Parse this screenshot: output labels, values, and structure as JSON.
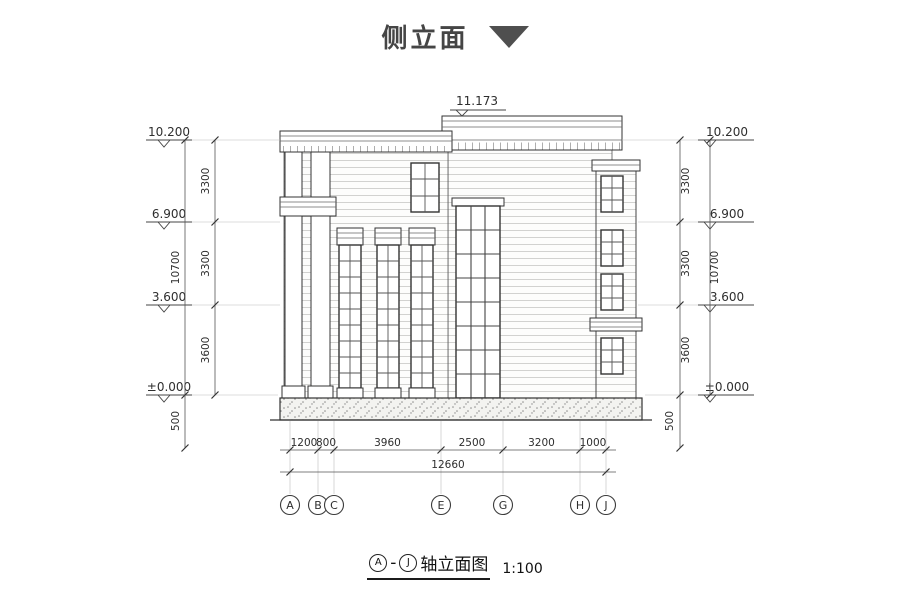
{
  "page": {
    "title": "侧立面"
  },
  "caption": {
    "axis_from": "A",
    "dash": "-",
    "axis_to": "J",
    "text": "轴立面图",
    "scale": "1:100"
  },
  "drawing": {
    "top_elevation": "11.173",
    "level_marks": [
      "10.200",
      "6.900",
      "3.600",
      "±0.000"
    ],
    "story_heights": [
      "3300",
      "3300",
      "3600"
    ],
    "total_height": "10700",
    "plinth_height": "500",
    "bottom_dims": [
      "1200",
      "800",
      "3960",
      "2500",
      "3200",
      "1000"
    ],
    "total_width": "12660",
    "axis_labels": [
      "A",
      "B",
      "C",
      "E",
      "G",
      "H",
      "J"
    ]
  }
}
